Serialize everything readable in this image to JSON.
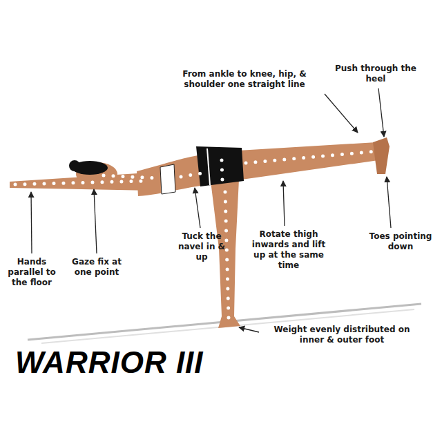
{
  "diagram": {
    "title": "WARRIOR III",
    "labels": [
      "Push through the heel",
      "From ankle to knee, hip, & shoulder one straight line",
      "Toes pointing down",
      "Rotate thigh inwards and lift up at the same time",
      "Tuck the navel in & up",
      "Gaze fix at one point",
      "Hands parallel to the floor",
      "Weight evenly distributed on inner & outer foot"
    ]
  }
}
